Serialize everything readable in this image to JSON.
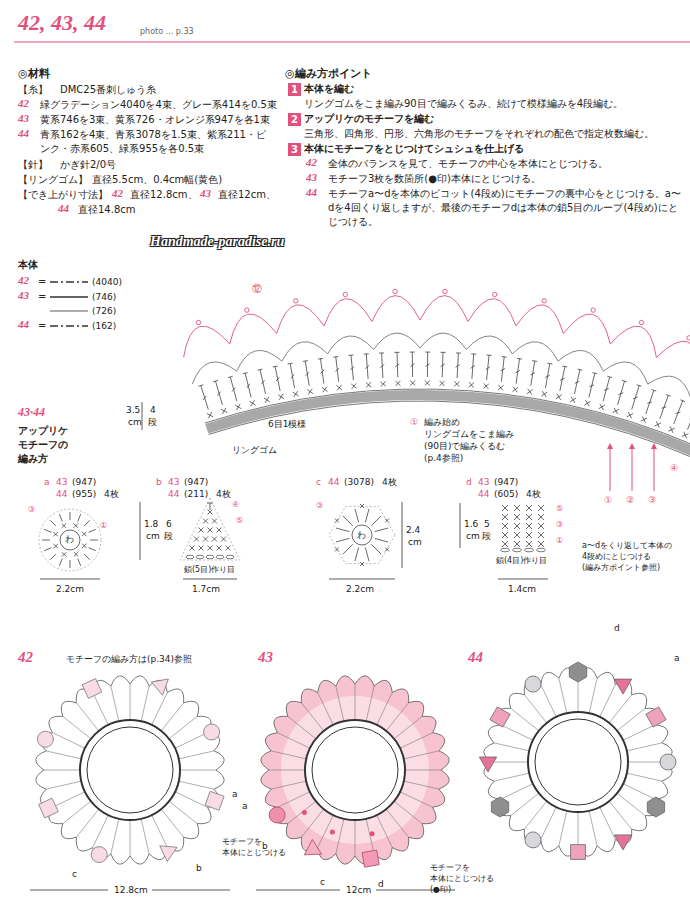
{
  "diagram": {
    "title": "42, 43, 44",
    "nodes": [
      {
        "text": [
          "1"
        ]
      },
      {
        "text": [
          "2"
        ]
      },
      {
        "text": [
          "3"
        ]
      }
    ],
    "labels": [
      "photo ... p.33",
      "◎材料",
      "【糸】",
      "DMC25番刺しゅう糸",
      "42",
      "緑グラデーション4040を4束、グレー系414を0.5束",
      "43",
      "黄系746を3束、黄系726・オレンジ系947を各1束",
      "44",
      "青系162を4束、青系3078を1.5束、紫系211・ピンク・赤系605、緑系955を各0.5束",
      "【針】",
      "かぎ針2/0号",
      "【リングゴム】",
      "直径5.5cm、0.4cm幅(黄色)",
      "【でき上がり寸法】",
      "42",
      "直径12.8cm、",
      "43",
      "直径12cm、",
      "44",
      "直径14.8cm",
      "◎編み方ポイント",
      "本体を編む",
      "リングゴムをこま編み90目で編みくるみ、続けて模様編みを4段編む。",
      "アップリケのモチーフを編む",
      "三角形、四角形、円形、六角形のモチーフをそれぞれの配色で指定枚数編む。",
      "本体にモチーフをとじつけてシュシュを仕上げる",
      "42",
      "全体のバランスを見て、モチーフの中心を本体にとじつける。",
      "43",
      "モチーフ3枚を数箇所(●印)本体にとじつける。",
      "44",
      "モチーフa〜dを本体のピコット(4段め)にモチーフの裏中心をとじつける。a〜dを4回くり返しますが、最後のモチーフdは本体の鎖5目のループ(4段め)にとじつける。",
      "Handmade-paradise.ru",
      "本体",
      "42",
      "=",
      "(4040)",
      "43",
      "=",
      "(746)",
      "(726)",
      "44",
      "=",
      "(162)",
      "⑫",
      "3.5",
      "cm",
      "4",
      "段",
      "6目1模様",
      "リングゴム",
      "①",
      "編み始め",
      "リングゴムをこま編み",
      "(90目)で編みくるむ",
      "(p.4参照)",
      "①",
      "②",
      "③",
      "④",
      "43·44",
      "アップリケ",
      "モチーフの",
      "編み方",
      "a",
      "43",
      "(947)",
      "44",
      "(955)",
      "4枚",
      "わ",
      "③",
      "①",
      "2.2cm",
      "b",
      "43",
      "(947)",
      "44",
      "(211)",
      "4枚",
      "1.8",
      "cm",
      "6",
      "段",
      "④",
      "⑤",
      "鎖(5目)作り目",
      "1.7cm",
      "c",
      "44",
      "(3078)",
      "4枚",
      "わ",
      "③",
      "2.4",
      "cm",
      "2.2cm",
      "d",
      "43",
      "(947)",
      "44",
      "(605)",
      "4枚",
      "⑤",
      "③",
      "①",
      "1.6",
      "cm",
      "5",
      "段",
      "鎖(4目)作り目",
      "1.4cm",
      "a〜dをくり返して本体の",
      "4段めにとじつける",
      "(編み方ポイント参照)",
      "42",
      "モチーフの編み方は(p.34)参照",
      "43",
      "44",
      "a",
      "モチーフを",
      "本体にとじつける",
      "b",
      "c",
      "12.8cm",
      "a",
      "b",
      "c",
      "d",
      "モチーフを",
      "本体にとじつける",
      "(●印)",
      "12cm",
      "d",
      "a"
    ]
  }
}
